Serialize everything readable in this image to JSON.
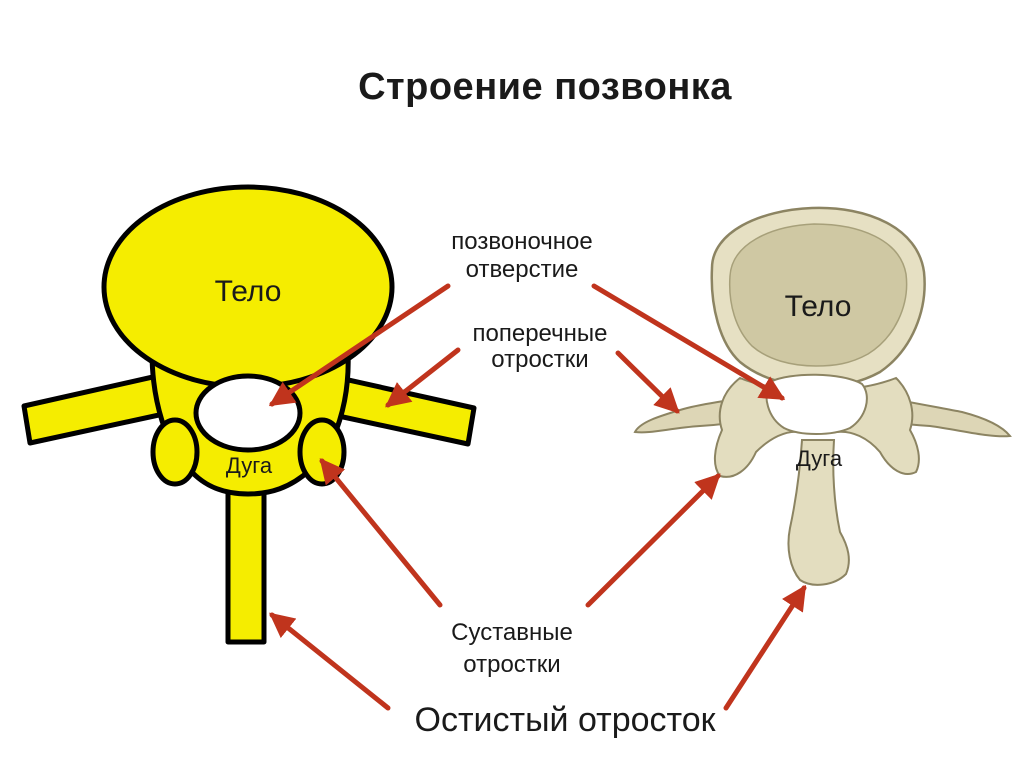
{
  "title": "Строение позвонка",
  "labels": {
    "schematic_body": "Тело",
    "schematic_arch": "Дуга",
    "real_body": "Тело",
    "real_arch": "Дуга",
    "vertebral_foramen_line1": "позвоночное",
    "vertebral_foramen_line2": "отверстие",
    "transverse_line1": "поперечные",
    "transverse_line2": "отростки",
    "articular_line1": "Суставные",
    "articular_line2": "отростки",
    "spinous": "Остистый отросток"
  },
  "colors": {
    "schematic_fill": "#f5ed00",
    "outline": "#000000",
    "arrow": "#c0341d",
    "bone": "#e3ddbf",
    "bone_shadow": "#a7a07a"
  }
}
